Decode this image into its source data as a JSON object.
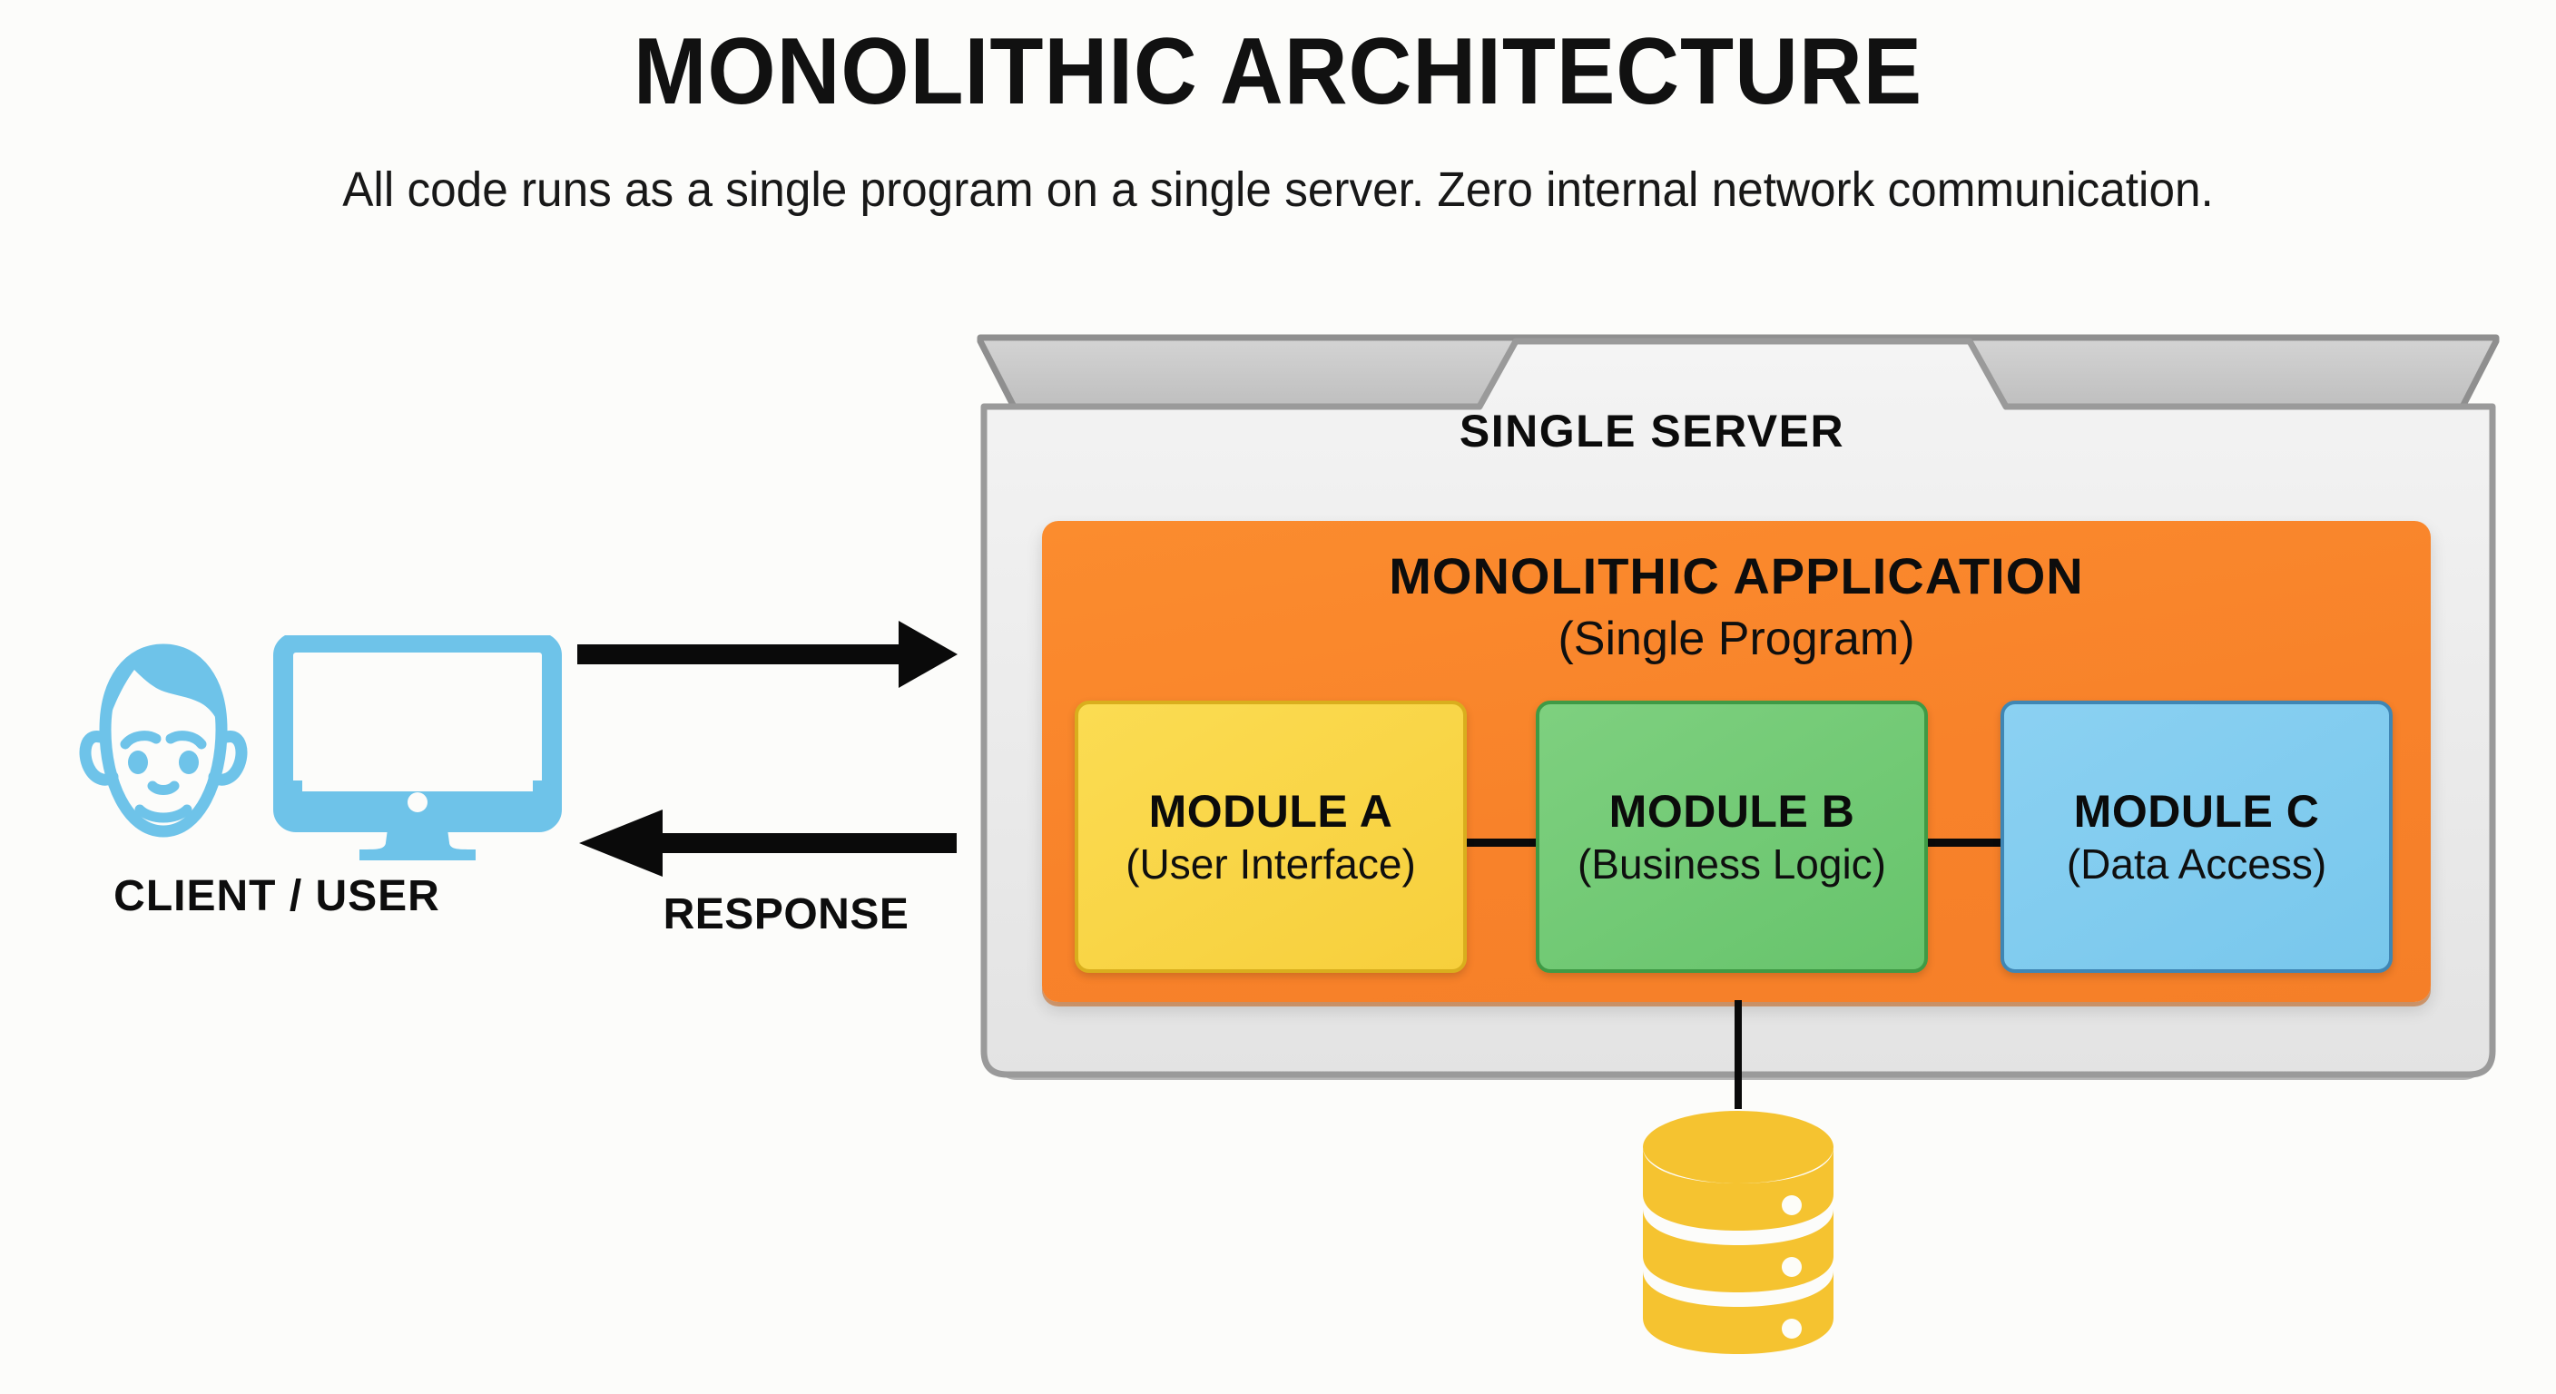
{
  "page": {
    "title": "MONOLITHIC ARCHITECTURE",
    "subtitle": "All code runs as a single program on a single server. Zero internal network communication.",
    "background_color": "#fcfcfa"
  },
  "client": {
    "label": "CLIENT / USER",
    "icons": [
      "user-face-icon",
      "desktop-monitor-icon"
    ],
    "icon_color": "#6ec3e9"
  },
  "flows": {
    "request": {
      "label": "",
      "direction": "right",
      "color": "#0a0a0a"
    },
    "response": {
      "label": "RESPONSE",
      "direction": "left",
      "color": "#0a0a0a"
    }
  },
  "server": {
    "label": "SINGLE SERVER",
    "shell_color": "#ebebeb",
    "top_bar_color": "#c9c9c9",
    "border_color": "#8a8a8a"
  },
  "application": {
    "title": "MONOLITHIC APPLICATION",
    "subtitle": "(Single Program)",
    "color": "#f8822a",
    "modules": [
      {
        "name": "MODULE A",
        "role": "(User Interface)",
        "color": "#f7cf3c",
        "border": "#d9ae1d"
      },
      {
        "name": "MODULE B",
        "role": "(Business Logic)",
        "color": "#67c46c",
        "border": "#3f9a45"
      },
      {
        "name": "MODULE C",
        "role": "(Data Access)",
        "color": "#78c7ec",
        "border": "#3f86b4"
      }
    ],
    "connectors": [
      "module-a-to-module-b",
      "module-b-to-module-c"
    ]
  },
  "database": {
    "icon": "database-cylinder-icon",
    "label": "",
    "color": "#f5c330",
    "disc_count": 3,
    "connected_to": "MODULE C"
  }
}
